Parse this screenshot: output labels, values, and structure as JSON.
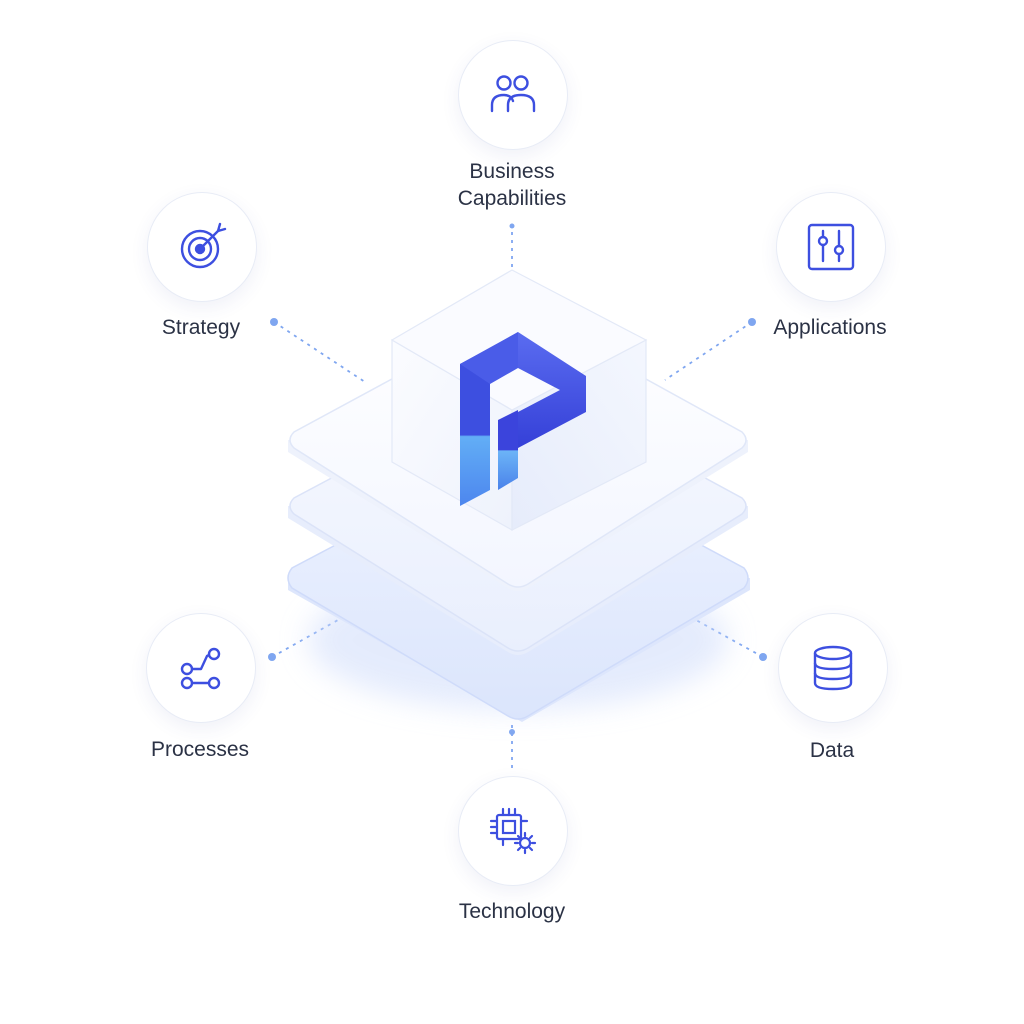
{
  "nodes": {
    "business_capabilities": {
      "label_line1": "Business",
      "label_line2": "Capabilities",
      "icon": "people-icon"
    },
    "strategy": {
      "label": "Strategy",
      "icon": "target-icon"
    },
    "applications": {
      "label": "Applications",
      "icon": "app-panel-icon"
    },
    "processes": {
      "label": "Processes",
      "icon": "process-flow-icon"
    },
    "data": {
      "label": "Data",
      "icon": "database-icon"
    },
    "technology": {
      "label": "Technology",
      "icon": "chip-gear-icon"
    }
  },
  "center": {
    "icon": "p-logo-icon",
    "layers": 3
  },
  "colors": {
    "accent": "#3d4fe0",
    "accent_light": "#5fa9f5",
    "connector": "#7fa6f0",
    "label_text": "#2b3245",
    "layer_bottom": "#e6edfd"
  }
}
